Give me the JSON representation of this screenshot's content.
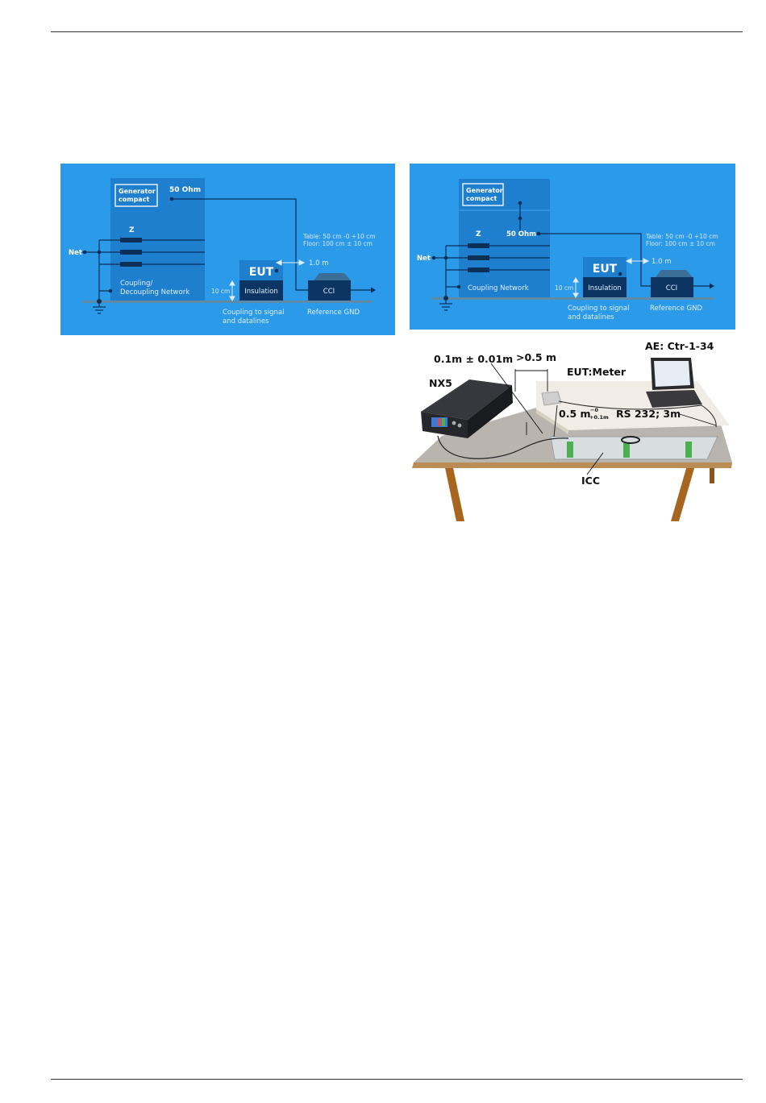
{
  "diagram_left": {
    "generator": [
      "Generator",
      "compact"
    ],
    "ohm": "50 Ohm",
    "z": "Z",
    "net": "Net",
    "network": [
      "Coupling/",
      "Decoupling Network"
    ],
    "eut": "EUT",
    "insulation": "Insulation",
    "ten_cm": "10 cm",
    "one_m": "1.0 m",
    "table_note": [
      "Table: 50 cm -0 +10 cm",
      "Floor: 100 cm ± 10 cm"
    ],
    "cci": "CCI",
    "coupling_signal": [
      "Coupling to signal",
      "and datalines"
    ],
    "ref_gnd": "Reference GND"
  },
  "diagram_right": {
    "generator": [
      "Generator",
      "compact"
    ],
    "ohm": "50 Ohm",
    "z": "Z",
    "net": "Net",
    "network": "Coupling Network",
    "eut": "EUT",
    "insulation": "Insulation",
    "ten_cm": "10 cm",
    "one_m": "1.0 m",
    "table_note": [
      "Table: 50 cm -0 +10 cm",
      "Floor: 100 cm ± 10 cm"
    ],
    "cci": "CCI",
    "coupling_signal": [
      "Coupling to signal",
      "and datalines"
    ],
    "ref_gnd": "Reference GND"
  },
  "photo": {
    "distance_label": "0.1m ± 0.01m",
    "gap_label": ">0.5 m",
    "ae_label": "AE: Ctr-1-34",
    "nx5_label": "NX5",
    "eut_label": "EUT:Meter",
    "cable_label": "0.5 m",
    "cable_tol_top": "−0",
    "cable_tol_bottom": "+0.1m",
    "rs232_label": "RS 232; 3m",
    "icc_label": "ICC"
  }
}
